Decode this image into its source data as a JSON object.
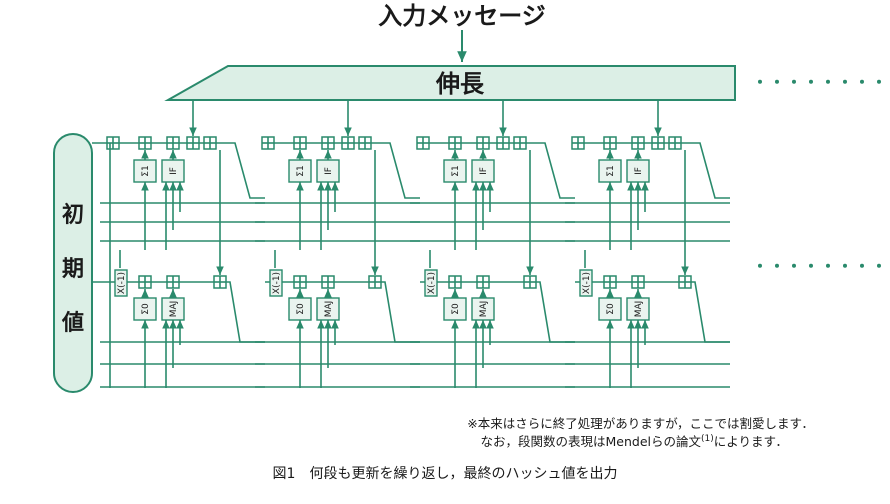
{
  "diagram": {
    "input_label": "入力メッセージ",
    "expansion_label": "伸長",
    "initial_value_chars": [
      "初",
      "期",
      "値"
    ],
    "sigma1_label": "Σ1",
    "if_label": "IF",
    "sigma0_label": "Σ0",
    "maj_label": "MAJ",
    "x_neg1_label": "X(-1)",
    "continuation_dots_top": "・・・・・・・・・",
    "continuation_dots_bottom": "・・・・・・・・・"
  },
  "note": {
    "line1": "※本来はさらに終了処理がありますが，ここでは割愛します．",
    "line2_prefix": "なお，段関数の表現はMendelらの論文",
    "line2_ref": "(1)",
    "line2_suffix": "によります．"
  },
  "caption": "図1　何段も更新を繰り返し，最終のハッシュ値を出力",
  "colors": {
    "accent": "#2a8a6c",
    "banner_fill": "#dcefe6",
    "box_fill": "#eaf4ef",
    "text": "#1a1a1a"
  }
}
